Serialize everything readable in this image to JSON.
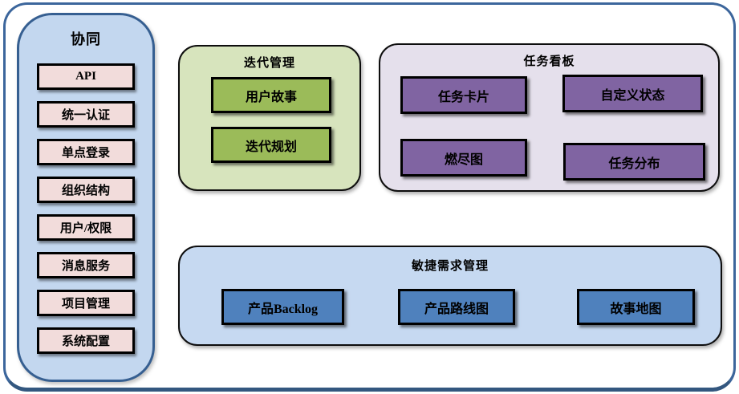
{
  "diagram": {
    "sidebar": {
      "title": "协同",
      "items": [
        "API",
        "统一认证",
        "单点登录",
        "组织结构",
        "用户/权限",
        "消息服务",
        "项目管理",
        "系统配置"
      ]
    },
    "iteration_panel": {
      "title": "迭代管理",
      "items": [
        "用户故事",
        "迭代规划"
      ]
    },
    "task_board_panel": {
      "title": "任务看板",
      "items": [
        "任务卡片",
        "自定义状态",
        "燃尽图",
        "任务分布"
      ]
    },
    "agile_panel": {
      "title": "敏捷需求管理",
      "items": [
        "产品Backlog",
        "产品路线图",
        "故事地图"
      ]
    },
    "colors": {
      "frame_border": "#3c669c",
      "sidebar_fill": "#c3d7ef",
      "sidebar_border": "#365f91",
      "sidebar_item_fill": "#f2dcdb",
      "iteration_panel_fill": "#d7e4bd",
      "iteration_item_fill": "#9bbb59",
      "task_panel_fill": "#e5e0ec",
      "task_item_fill": "#8064a2",
      "agile_panel_fill": "#c6d9f1",
      "agile_item_fill": "#4f81bd",
      "box_border": "#000000"
    }
  }
}
